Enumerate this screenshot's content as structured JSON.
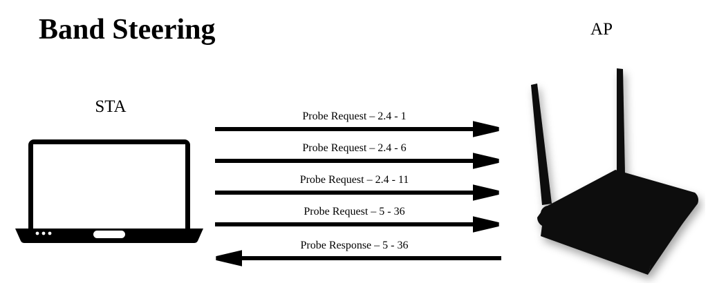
{
  "title": "Band Steering",
  "nodes": {
    "client": {
      "label": "STA",
      "icon": "laptop-icon"
    },
    "access_point": {
      "label": "AP",
      "icon": "wireless-router-icon"
    }
  },
  "colors": {
    "background": "#ffffff",
    "foreground": "#000000",
    "device": "#0a0a0a"
  },
  "messages": [
    {
      "label": "Probe Request – 2.4 - 1",
      "direction": "right",
      "frame": "Probe Request",
      "band": "2.4",
      "channel": "1"
    },
    {
      "label": "Probe Request – 2.4 - 6",
      "direction": "right",
      "frame": "Probe Request",
      "band": "2.4",
      "channel": "6"
    },
    {
      "label": "Probe Request – 2.4 - 11",
      "direction": "right",
      "frame": "Probe Request",
      "band": "2.4",
      "channel": "11"
    },
    {
      "label": "Probe Request – 5 - 36",
      "direction": "right",
      "frame": "Probe Request",
      "band": "5",
      "channel": "36"
    },
    {
      "label": "Probe Response – 5 - 36",
      "direction": "left",
      "frame": "Probe Response",
      "band": "5",
      "channel": "36"
    }
  ]
}
